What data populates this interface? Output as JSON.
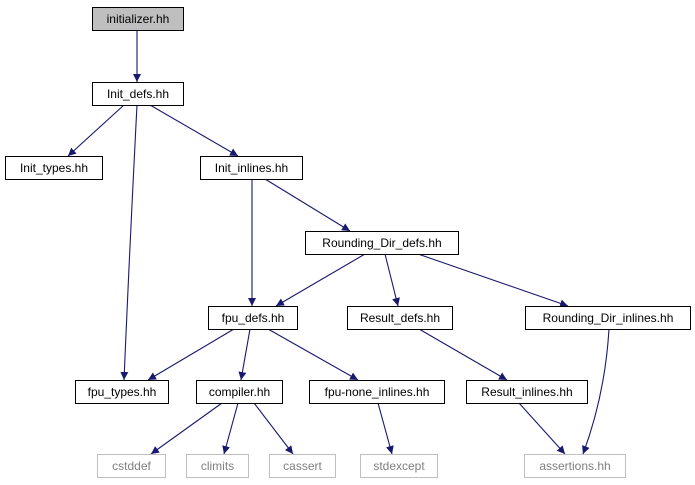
{
  "colors": {
    "edge": "#191970",
    "node_border": "#000000",
    "node_fill": "#ffffff",
    "highlight_fill": "#bfbfbf",
    "external_border": "#bfbfbf",
    "external_text": "#808080",
    "text": "#000000"
  },
  "nodes": [
    {
      "id": "initializer",
      "label": "initializer.hh",
      "kind": "highlight"
    },
    {
      "id": "init_defs",
      "label": "Init_defs.hh",
      "kind": "normal"
    },
    {
      "id": "init_types",
      "label": "Init_types.hh",
      "kind": "normal"
    },
    {
      "id": "init_inlines",
      "label": "Init_inlines.hh",
      "kind": "normal"
    },
    {
      "id": "rounding_dir_defs",
      "label": "Rounding_Dir_defs.hh",
      "kind": "normal"
    },
    {
      "id": "fpu_defs",
      "label": "fpu_defs.hh",
      "kind": "normal"
    },
    {
      "id": "result_defs",
      "label": "Result_defs.hh",
      "kind": "normal"
    },
    {
      "id": "rounding_dir_inlines",
      "label": "Rounding_Dir_inlines.hh",
      "kind": "normal"
    },
    {
      "id": "fpu_types",
      "label": "fpu_types.hh",
      "kind": "normal"
    },
    {
      "id": "compiler",
      "label": "compiler.hh",
      "kind": "normal"
    },
    {
      "id": "fpu_none_inlines",
      "label": "fpu-none_inlines.hh",
      "kind": "normal"
    },
    {
      "id": "result_inlines",
      "label": "Result_inlines.hh",
      "kind": "normal"
    },
    {
      "id": "cstddef",
      "label": "cstddef",
      "kind": "external"
    },
    {
      "id": "climits",
      "label": "climits",
      "kind": "external"
    },
    {
      "id": "cassert",
      "label": "cassert",
      "kind": "external"
    },
    {
      "id": "stdexcept",
      "label": "stdexcept",
      "kind": "external"
    },
    {
      "id": "assertions",
      "label": "assertions.hh",
      "kind": "external"
    }
  ],
  "edges": [
    {
      "from": "initializer",
      "to": "init_defs"
    },
    {
      "from": "init_defs",
      "to": "init_types"
    },
    {
      "from": "init_defs",
      "to": "init_inlines"
    },
    {
      "from": "init_defs",
      "to": "fpu_types"
    },
    {
      "from": "init_inlines",
      "to": "rounding_dir_defs"
    },
    {
      "from": "init_inlines",
      "to": "fpu_defs"
    },
    {
      "from": "rounding_dir_defs",
      "to": "fpu_defs"
    },
    {
      "from": "rounding_dir_defs",
      "to": "result_defs"
    },
    {
      "from": "rounding_dir_defs",
      "to": "rounding_dir_inlines"
    },
    {
      "from": "fpu_defs",
      "to": "fpu_types"
    },
    {
      "from": "fpu_defs",
      "to": "compiler"
    },
    {
      "from": "fpu_defs",
      "to": "fpu_none_inlines"
    },
    {
      "from": "result_defs",
      "to": "result_inlines"
    },
    {
      "from": "rounding_dir_inlines",
      "to": "assertions"
    },
    {
      "from": "compiler",
      "to": "cstddef"
    },
    {
      "from": "compiler",
      "to": "climits"
    },
    {
      "from": "compiler",
      "to": "cassert"
    },
    {
      "from": "fpu_none_inlines",
      "to": "stdexcept"
    },
    {
      "from": "result_inlines",
      "to": "assertions"
    }
  ]
}
